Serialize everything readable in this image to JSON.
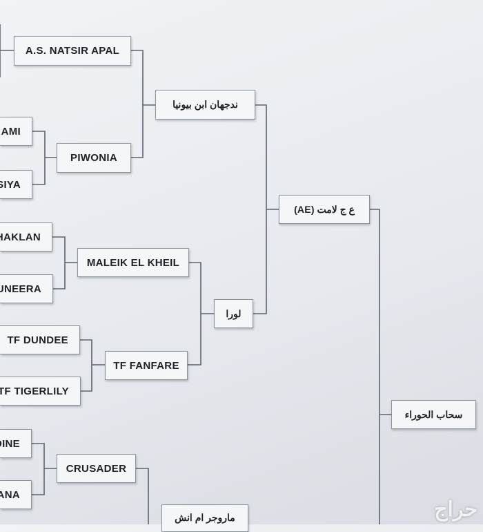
{
  "round1": [
    {
      "id": "r1-ami",
      "label": "AMI"
    },
    {
      "id": "r1-siya",
      "label": "SIYA"
    },
    {
      "id": "r1-haklan",
      "label": "HAKLAN"
    },
    {
      "id": "r1-uneera",
      "label": "UNEERA"
    },
    {
      "id": "r1-tf-dundee",
      "label": "TF DUNDEE"
    },
    {
      "id": "r1-tf-tigerlily",
      "label": "TF TIGERLILY"
    },
    {
      "id": "r1-dine",
      "label": "DINE"
    },
    {
      "id": "r1-ana",
      "label": "ANA"
    }
  ],
  "round2": [
    {
      "id": "r2-natsir-apal",
      "label": "A.S. NATSIR APAL"
    },
    {
      "id": "r2-piwonia",
      "label": "PIWONIA"
    },
    {
      "id": "r2-maleik-el-kheil",
      "label": "MALEIK EL KHEIL"
    },
    {
      "id": "r2-tf-fanfare",
      "label": "TF FANFARE"
    },
    {
      "id": "r2-crusader",
      "label": "CRUSADER"
    }
  ],
  "round3": [
    {
      "id": "r3-top",
      "label": "ندجهان ابن بيونيا"
    },
    {
      "id": "r3-lora",
      "label": "لورا"
    },
    {
      "id": "r3-bottom",
      "label": "ماروجر ام انش"
    }
  ],
  "round4": [
    {
      "id": "r4-ae",
      "label": "ع ج لامت (AE)"
    }
  ],
  "round5": [
    {
      "id": "r5-sahab",
      "label": "سحاب الحوراء"
    }
  ],
  "watermark": "حراج"
}
